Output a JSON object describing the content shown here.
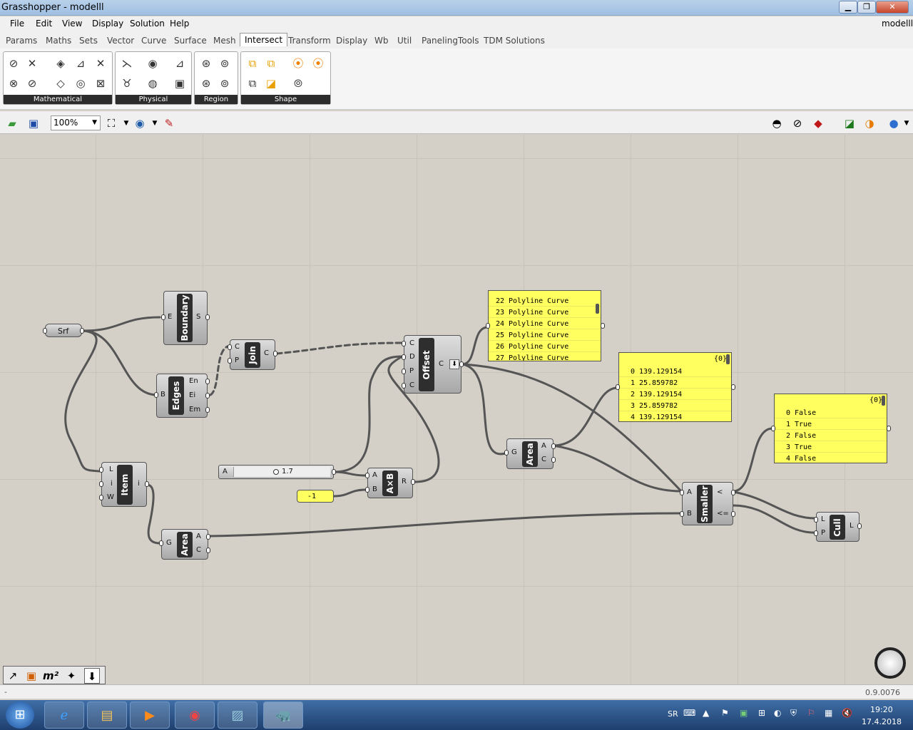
{
  "window": {
    "title": "Grasshopper - modelll",
    "document_name": "modelll"
  },
  "menu": [
    "File",
    "Edit",
    "View",
    "Display",
    "Solution",
    "Help"
  ],
  "tabs": [
    "Params",
    "Maths",
    "Sets",
    "Vector",
    "Curve",
    "Surface",
    "Mesh",
    "Intersect",
    "Transform",
    "Display",
    "Wb",
    "Util",
    "PanelingTools",
    "TDM Solutions"
  ],
  "active_tab": "Intersect",
  "ribbon_panels": [
    "Mathematical",
    "Physical",
    "Region",
    "Shape"
  ],
  "toolbar": {
    "zoom": "100%"
  },
  "components": {
    "srf": "Srf",
    "boundary": {
      "name": "Boundary",
      "in": "E",
      "out": "S"
    },
    "edges": {
      "name": "Edges",
      "in": "B",
      "out1": "En",
      "out2": "Ei",
      "out3": "Em"
    },
    "join": {
      "name": "Join",
      "in1": "C",
      "in2": "P",
      "out": "C"
    },
    "offset": {
      "name": "Offset",
      "in1": "C",
      "in2": "D",
      "in3": "P",
      "in4": "C",
      "out": "C"
    },
    "item": {
      "name": "Item",
      "in1": "L",
      "in2": "i",
      "in3": "W",
      "out": "i"
    },
    "area1": {
      "name": "Area",
      "in": "G",
      "out1": "A",
      "out2": "C"
    },
    "area2": {
      "name": "Area",
      "in": "G",
      "out1": "A",
      "out2": "C"
    },
    "mult": {
      "name": "A×B",
      "in1": "A",
      "in2": "B",
      "out": "R"
    },
    "smaller": {
      "name": "Smaller",
      "in1": "A",
      "in2": "B",
      "out1": "<",
      "out2": "<="
    },
    "cull": {
      "name": "Cull",
      "in1": "L",
      "in2": "P",
      "out": "L"
    }
  },
  "slider": {
    "label": "A",
    "value": "1.7"
  },
  "number_panel": {
    "value": "-1"
  },
  "panel_curves": {
    "rows": [
      {
        "i": "22",
        "v": "Polyline Curve"
      },
      {
        "i": "23",
        "v": "Polyline Curve"
      },
      {
        "i": "24",
        "v": "Polyline Curve"
      },
      {
        "i": "25",
        "v": "Polyline Curve"
      },
      {
        "i": "26",
        "v": "Polyline Curve"
      },
      {
        "i": "27",
        "v": "Polyline Curve"
      }
    ]
  },
  "panel_areas": {
    "header": "{0}",
    "rows": [
      {
        "i": "0",
        "v": "139.129154"
      },
      {
        "i": "1",
        "v": "25.859782"
      },
      {
        "i": "2",
        "v": "139.129154"
      },
      {
        "i": "3",
        "v": "25.859782"
      },
      {
        "i": "4",
        "v": "139.129154"
      }
    ]
  },
  "panel_bools": {
    "header": "{0}",
    "rows": [
      {
        "i": "0",
        "v": "False"
      },
      {
        "i": "1",
        "v": "True"
      },
      {
        "i": "2",
        "v": "False"
      },
      {
        "i": "3",
        "v": "True"
      },
      {
        "i": "4",
        "v": "False"
      }
    ]
  },
  "status": {
    "left": "-",
    "version": "0.9.0076"
  },
  "tray": {
    "lang": "SR",
    "time": "19:20",
    "date": "17.4.2018"
  },
  "colors": {
    "canvas": "#d4d0c8",
    "panel": "#ffff60",
    "component_core": "#2e2e2e",
    "wire": "#555555"
  }
}
